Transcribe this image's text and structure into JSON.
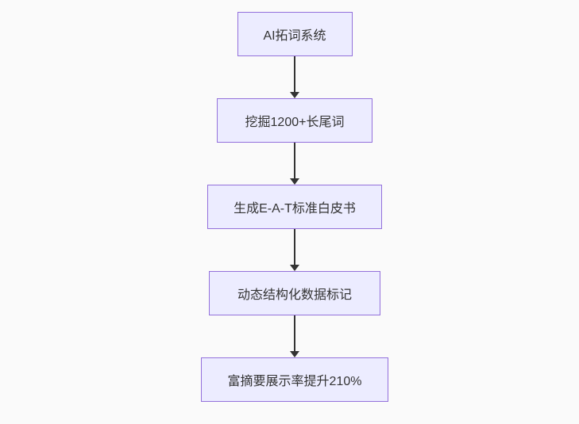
{
  "diagram": {
    "type": "flowchart-top-down",
    "nodes": [
      {
        "id": "n1",
        "label": "AI拓词系统"
      },
      {
        "id": "n2",
        "label": "挖掘1200+长尾词"
      },
      {
        "id": "n3",
        "label": "生成E-A-T标准白皮书"
      },
      {
        "id": "n4",
        "label": "动态结构化数据标记"
      },
      {
        "id": "n5",
        "label": "富摘要展示率提升210%"
      }
    ],
    "edges": [
      {
        "from": "n1",
        "to": "n2",
        "style": "arrow"
      },
      {
        "from": "n2",
        "to": "n3",
        "style": "arrow"
      },
      {
        "from": "n3",
        "to": "n4",
        "style": "arrow"
      },
      {
        "from": "n4",
        "to": "n5",
        "style": "arrow"
      }
    ],
    "colors": {
      "background": "#fafafa",
      "node_fill": "#ECECFF",
      "node_border": "#9370DB",
      "node_text": "#333333",
      "arrow": "#333333"
    }
  }
}
